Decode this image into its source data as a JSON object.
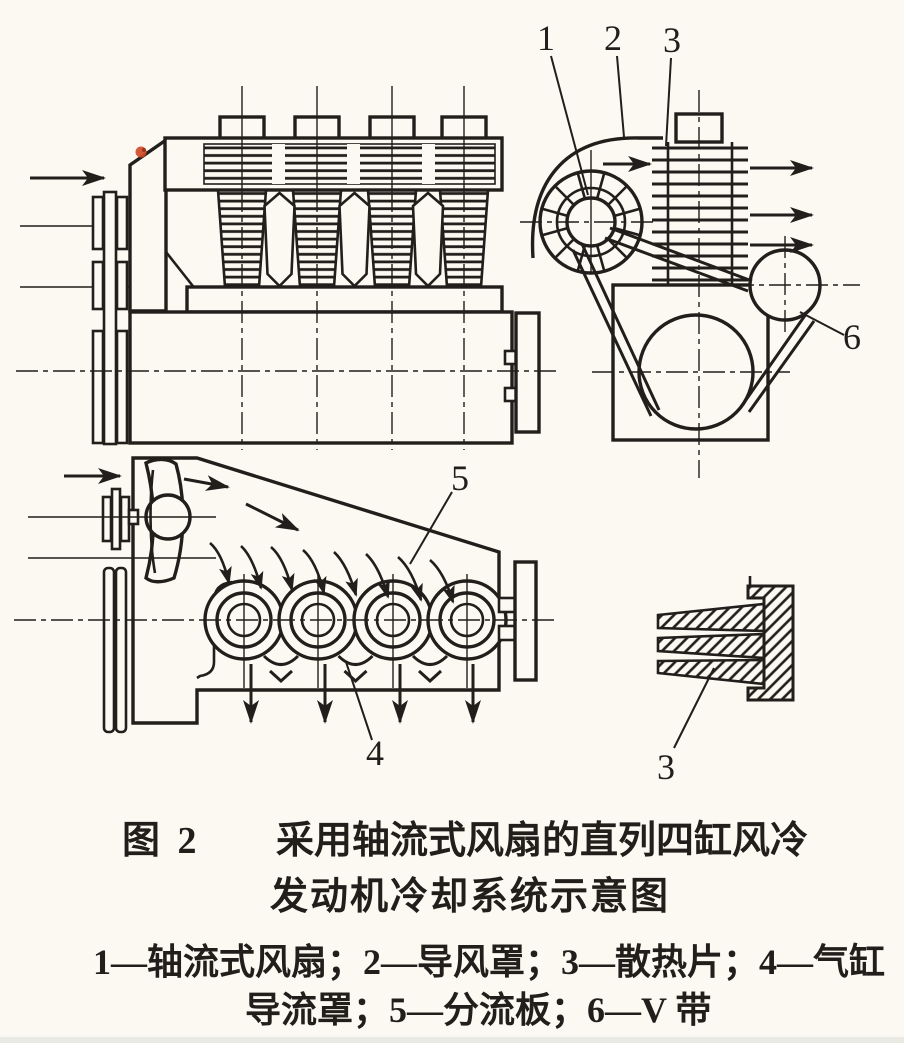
{
  "figure": {
    "caption": {
      "figure_number": "图 2",
      "title_line1": "采用轴流式风扇的直列四缸风冷",
      "title_line2": "发动机冷却系统示意图",
      "legend_line1": "1—轴流式风扇；2—导风罩；3—散热片；4—气缸",
      "legend_line2": "导流罩；5—分流板；6—V 带"
    },
    "callouts": {
      "axial_fan": "1",
      "air_shroud": "2",
      "cooling_fins": "3",
      "cooling_fins_detail": "3",
      "cylinder_baffle": "4",
      "splitter_plate": "5",
      "v_belt": "6"
    },
    "legend_items": [
      {
        "number": "1",
        "name": "轴流式风扇"
      },
      {
        "number": "2",
        "name": "导风罩"
      },
      {
        "number": "3",
        "name": "散热片"
      },
      {
        "number": "4",
        "name": "气缸导流罩"
      },
      {
        "number": "5",
        "name": "分流板"
      },
      {
        "number": "6",
        "name": "V 带"
      }
    ],
    "colors": {
      "ink": "#211e1b",
      "paper": "#fbf9f2",
      "speck": "#d14a28"
    }
  }
}
